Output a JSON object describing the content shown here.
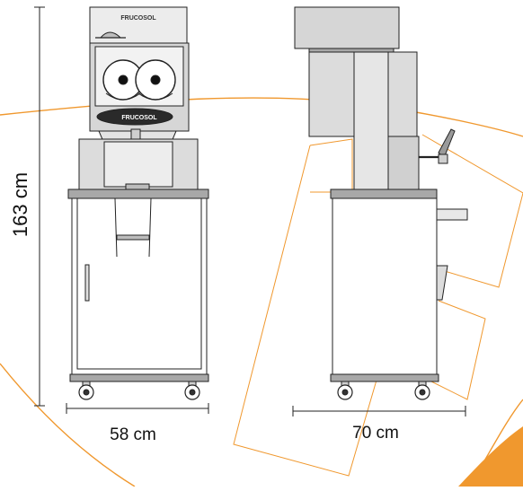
{
  "dimensions": {
    "height_label": "163 cm",
    "front_width_label": "58 cm",
    "side_depth_label": "70 cm"
  },
  "machine": {
    "brand_top": "FRUCOSOL",
    "brand_badge": "FRUCOSOL"
  },
  "colors": {
    "accent_orange": "#f0982e",
    "line": "#222222",
    "panel_gray": "#d6d6d6",
    "light_gray": "#ececec",
    "dark_gray": "#a8a8a8"
  }
}
